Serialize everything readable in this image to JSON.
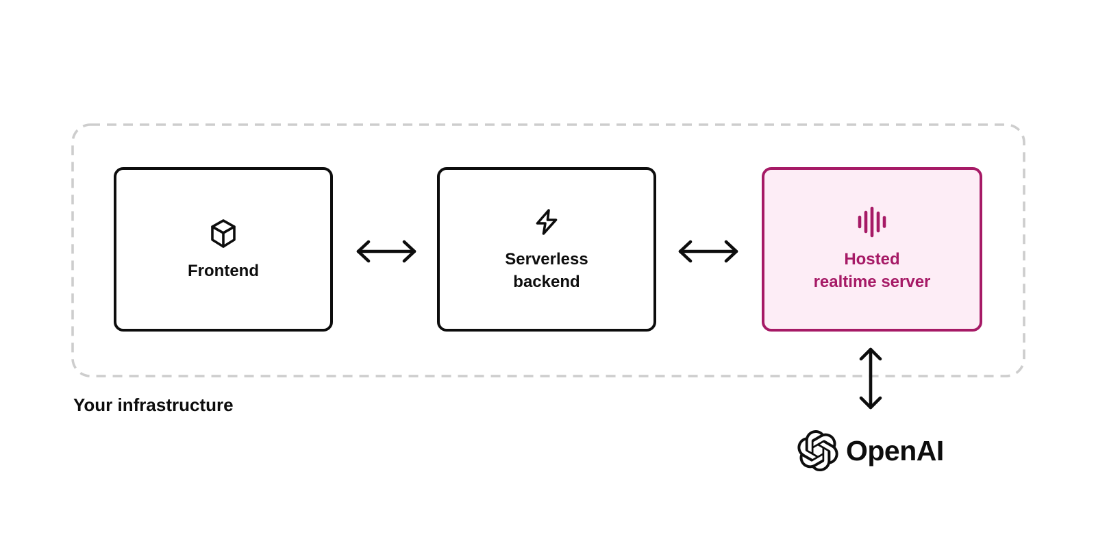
{
  "colors": {
    "ink": "#0d0d0d",
    "accent": "#a61a66",
    "accentBg": "#fdedf6",
    "dash": "#cdcdcd",
    "bg": "#ffffff"
  },
  "infrastructure": {
    "label": "Your infrastructure"
  },
  "nodes": [
    {
      "id": "frontend",
      "icon": "cube-icon",
      "label_lines": [
        "Frontend",
        ""
      ]
    },
    {
      "id": "serverless-backend",
      "icon": "bolt-icon",
      "label_lines": [
        "Serverless",
        "backend"
      ]
    },
    {
      "id": "hosted-realtime-server",
      "icon": "waveform-icon",
      "label_lines": [
        "Hosted",
        "realtime server"
      ],
      "highlighted": true
    }
  ],
  "arrows": [
    {
      "id": "frontend-backend",
      "type": "bidirectional-horizontal"
    },
    {
      "id": "backend-realtime",
      "type": "bidirectional-horizontal"
    },
    {
      "id": "realtime-openai",
      "type": "bidirectional-vertical"
    }
  ],
  "openai": {
    "icon": "openai-logo-icon",
    "label": "OpenAI"
  }
}
